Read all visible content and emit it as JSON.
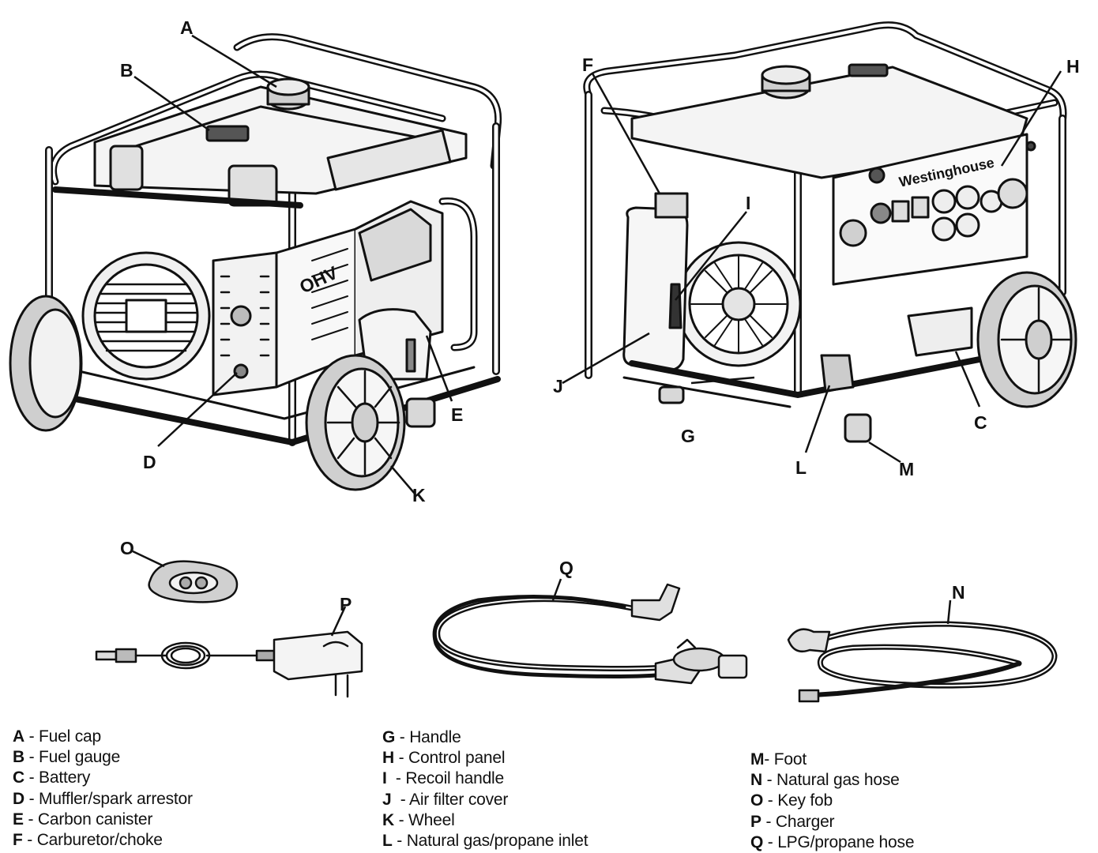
{
  "callout_labels": {
    "A": "A",
    "B": "B",
    "C": "C",
    "D": "D",
    "E": "E",
    "F": "F",
    "G": "G",
    "H": "H",
    "I": "I",
    "J": "J",
    "K": "K",
    "L": "L",
    "M": "M",
    "N": "N",
    "O": "O",
    "P": "P",
    "Q": "Q"
  },
  "brand_text": "Westinghouse",
  "engine_badge": "OHV",
  "legend": {
    "column1": [
      {
        "key": "A",
        "sep": " - ",
        "text": "Fuel cap"
      },
      {
        "key": "B",
        "sep": " - ",
        "text": "Fuel gauge"
      },
      {
        "key": "C",
        "sep": " - ",
        "text": "Battery"
      },
      {
        "key": "D",
        "sep": " - ",
        "text": "Muffler/spark arrestor"
      },
      {
        "key": "E",
        "sep": " - ",
        "text": "Carbon canister"
      },
      {
        "key": "F",
        "sep": " - ",
        "text": "Carburetor/choke"
      }
    ],
    "column2": [
      {
        "key": "G",
        "sep": " - ",
        "text": "Handle"
      },
      {
        "key": "H",
        "sep": " - ",
        "text": "Control panel"
      },
      {
        "key": "I",
        "sep": "  - ",
        "text": "Recoil handle"
      },
      {
        "key": "J",
        "sep": "  - ",
        "text": "Air filter cover"
      },
      {
        "key": "K",
        "sep": " - ",
        "text": "Wheel"
      },
      {
        "key": "L",
        "sep": " - ",
        "text": "Natural gas/propane inlet"
      }
    ],
    "column3": [
      {
        "key": "M",
        "sep": "- ",
        "text": "Foot"
      },
      {
        "key": "N",
        "sep": " - ",
        "text": "Natural gas hose"
      },
      {
        "key": "O",
        "sep": " - ",
        "text": "Key fob"
      },
      {
        "key": "P",
        "sep": " - ",
        "text": "Charger"
      },
      {
        "key": "Q",
        "sep": " - ",
        "text": "LPG/propane hose"
      }
    ]
  }
}
